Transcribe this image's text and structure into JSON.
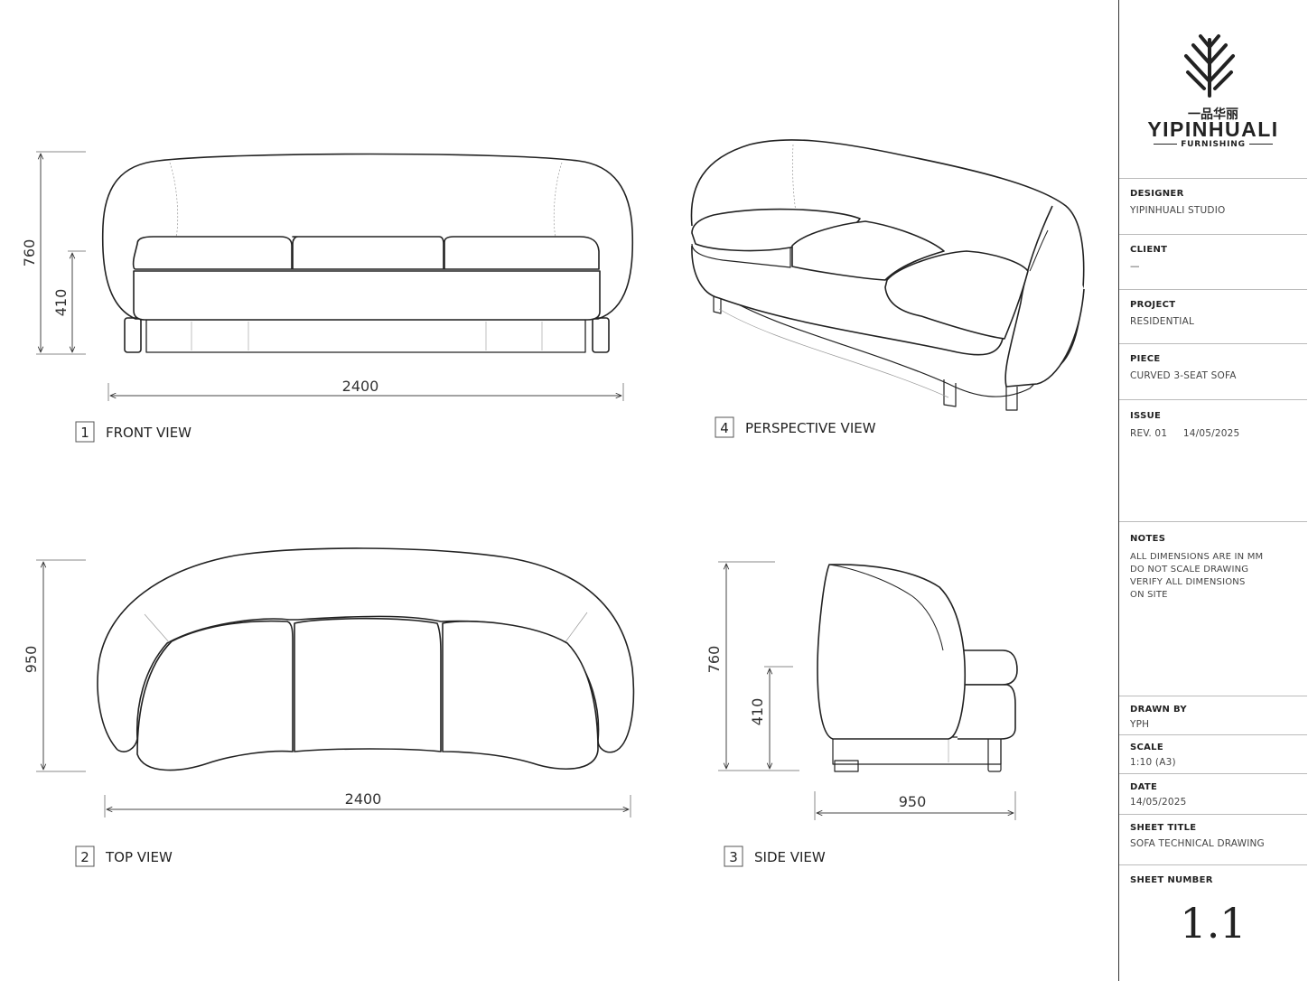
{
  "views": {
    "front": {
      "num": "1",
      "title": "FRONT VIEW",
      "dim_width": "2400",
      "dim_height": "760",
      "dim_seat": "410"
    },
    "top": {
      "num": "2",
      "title": "TOP VIEW",
      "dim_width": "2400",
      "dim_depth": "950"
    },
    "side": {
      "num": "3",
      "title": "SIDE VIEW",
      "dim_depth": "950",
      "dim_height": "760",
      "dim_seat": "410"
    },
    "perspective": {
      "num": "4",
      "title": "PERSPECTIVE VIEW"
    }
  },
  "titleblock": {
    "brand_cn": "一品华丽",
    "brand": "YIPINHUALI",
    "brand_sub": "FURNISHING",
    "logo_icon": "tree-logo-icon",
    "fields": {
      "designer": {
        "label": "DESIGNER",
        "value": "YIPINHUALI STUDIO"
      },
      "client": {
        "label": "CLIENT",
        "value": "—"
      },
      "project": {
        "label": "PROJECT",
        "value": "RESIDENTIAL"
      },
      "piece": {
        "label": "PIECE",
        "value": "CURVED 3-SEAT SOFA"
      },
      "issue": {
        "label": "ISSUE",
        "value": "REV. 01     14/05/2025"
      },
      "notes": {
        "label": "NOTES",
        "lines": [
          "ALL DIMENSIONS ARE IN MM",
          "DO NOT SCALE DRAWING",
          "VERIFY ALL DIMENSIONS",
          "ON SITE"
        ]
      },
      "drawn_by": {
        "label": "DRAWN BY",
        "value": "YPH"
      },
      "scale": {
        "label": "SCALE",
        "value": "1:10 (A3)"
      },
      "date": {
        "label": "DATE",
        "value": "14/05/2025"
      },
      "sheet_title": {
        "label": "SHEET TITLE",
        "value": "SOFA TECHNICAL DRAWING"
      },
      "sheet_number": {
        "label": "SHEET NUMBER",
        "value": "1.1"
      }
    }
  }
}
